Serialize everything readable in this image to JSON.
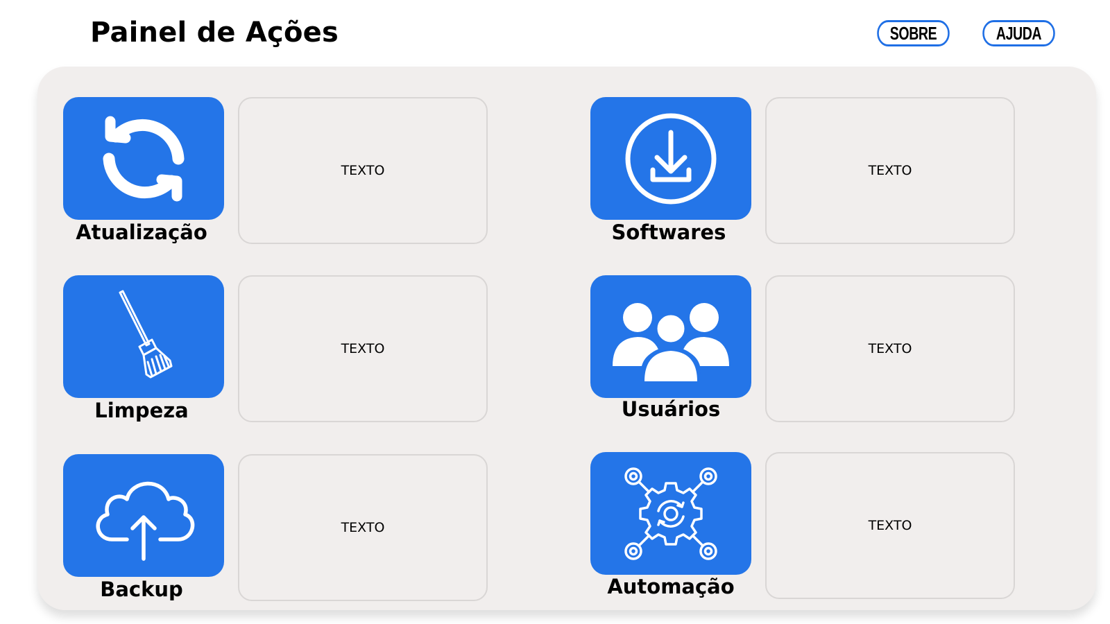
{
  "header": {
    "title": "Painel de Ações",
    "buttons": {
      "sobre": "SOBRE",
      "ajuda": "AJUDA"
    }
  },
  "colors": {
    "accent": "#2475e8",
    "panel_background": "#f1eeed",
    "button_border": "#1f6fe5"
  },
  "actions": [
    {
      "label": "Atualização",
      "icon": "refresh-icon",
      "text": "TEXTO"
    },
    {
      "label": "Softwares",
      "icon": "download-icon",
      "text": "TEXTO"
    },
    {
      "label": "Limpeza",
      "icon": "broom-icon",
      "text": "TEXTO"
    },
    {
      "label": "Usuários",
      "icon": "users-icon",
      "text": "TEXTO"
    },
    {
      "label": "Backup",
      "icon": "cloud-upload-icon",
      "text": "TEXTO"
    },
    {
      "label": "Automação",
      "icon": "automation-gear-icon",
      "text": "TEXTO"
    }
  ]
}
